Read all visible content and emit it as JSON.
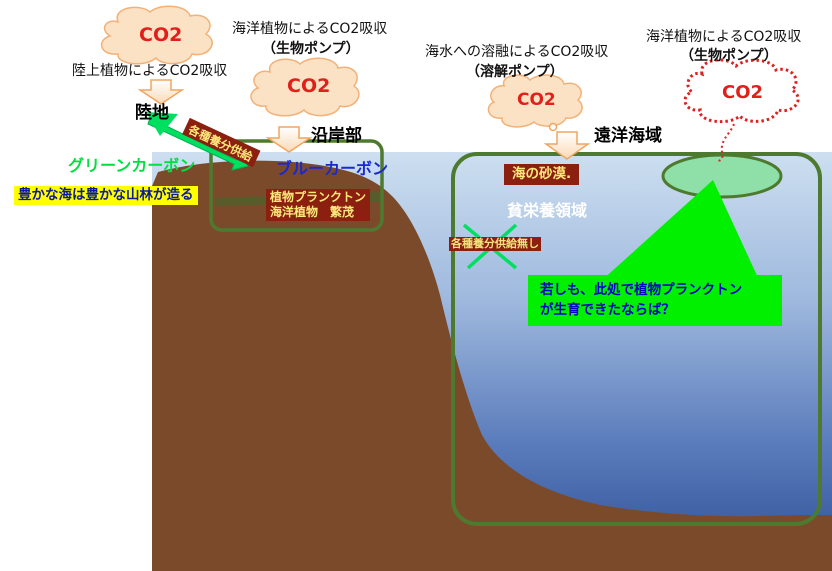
{
  "clouds": {
    "land": "CO2",
    "coastal": "CO2",
    "dissolution": "CO2",
    "offshore": "CO2"
  },
  "labels": {
    "land_absorption": "陸上植物によるCO2吸収",
    "marine_absorption_1": "海洋植物によるCO2吸収",
    "bio_pump_1": "（生物ポンプ）",
    "dissolution_absorption": "海水への溶融によるCO2吸収",
    "solubility_pump": "（溶解ポンプ）",
    "marine_absorption_2": "海洋植物によるCO2吸収",
    "bio_pump_2": "（生物ポンプ）"
  },
  "zones": {
    "land": "陸地",
    "coast": "沿岸部",
    "offshore": "遠洋海域"
  },
  "carbon": {
    "green": "グリーンカーボン",
    "blue": "ブルーカーボン"
  },
  "tags": {
    "nutrient_supply": "各種養分供給",
    "plankton": "植物プランクトン",
    "marine_plants": "海洋植物　繁茂",
    "sea_desert": "海の砂漠.",
    "no_supply": "各種養分供給無し"
  },
  "texts": {
    "slogan": "豊かな海は豊かな山林が造る",
    "oligotrophic": "貧栄養領域",
    "hypothesis_1": "若しも、此処で植物プランクトン",
    "hypothesis_2": "が生育できたならば？"
  },
  "colors": {
    "sea_top": "#c9dcef",
    "sea_bottom": "#2e5398",
    "land": "#7b4a2a",
    "frame": "#4e7a30",
    "green_callout": "#00f000",
    "tag_bg": "#8b1f10",
    "cloud_fill": "#fbe2c4",
    "cloud_text": "#e0201a"
  }
}
